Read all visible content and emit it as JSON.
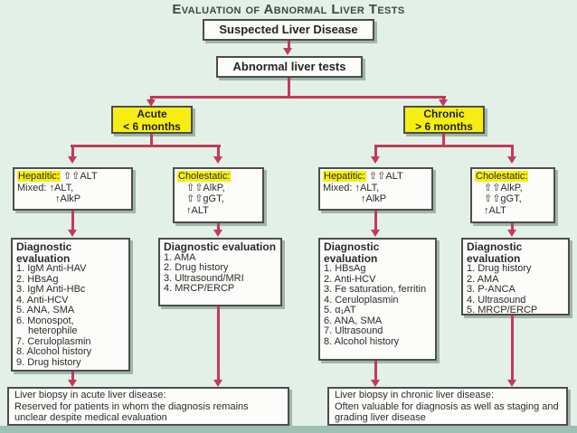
{
  "title": "Evaluation of Abnormal Liver Tests",
  "colors": {
    "background": "#e2f0e7",
    "arrow": "#c23a5a",
    "highlight_yellow": "#f6ee12",
    "box_border": "#4d4d4d",
    "footer_bar": "#9fbfb4"
  },
  "nodes": {
    "suspected": "Suspected Liver Disease",
    "abnormal": "Abnormal liver tests",
    "acute": {
      "line1": "Acute",
      "line2": "< 6 months"
    },
    "chronic": {
      "line1": "Chronic",
      "line2": "> 6 months"
    }
  },
  "categories": {
    "acute_hepatitic": {
      "highlight": "Hepatitic:",
      "after_highlight": " ⇧⇧ALT",
      "line2": "Mixed: ↑ALT,",
      "line3": "↑AlkP"
    },
    "acute_cholestatic": {
      "highlight": "Cholestatic:",
      "line2": "⇧⇧AlkP,",
      "line3": "⇧⇧gGT,",
      "line4": "↑ALT"
    },
    "chronic_hepatitic": {
      "highlight": "Hepatitic:",
      "after_highlight": " ⇧⇧ALT",
      "line2": "Mixed: ↑ALT,",
      "line3": "↑AlkP"
    },
    "chronic_cholestatic": {
      "highlight": "Cholestatic:",
      "line2": "⇧⇧AlkP,",
      "line3": "⇧⇧gGT,",
      "line4": "↑ALT"
    }
  },
  "diagnostics": {
    "acute_hepatitic": {
      "heading": "Diagnostic evaluation",
      "items": [
        "1. IgM Anti-HAV",
        "2. HBsAg",
        "3. IgM Anti-HBc",
        "4. Anti-HCV",
        "5. ANA, SMA",
        "6. Monospot, heterophile",
        "7. Ceruloplasmin",
        "8. Alcohol history",
        "9. Drug history"
      ]
    },
    "acute_cholestatic": {
      "heading": "Diagnostic evaluation",
      "items": [
        "1. AMA",
        "2. Drug history",
        "3. Ultrasound/MRI",
        "4. MRCP/ERCP"
      ]
    },
    "chronic_hepatitic": {
      "heading": "Diagnostic evaluation",
      "items": [
        "1. HBsAg",
        "2. Anti-HCV",
        "3. Fe saturation, ferritin",
        "4. Ceruloplasmin",
        "5. α₁AT",
        "6. ANA, SMA",
        "7. Ultrasound",
        "8. Alcohol history"
      ]
    },
    "chronic_cholestatic": {
      "heading": "Diagnostic evaluation",
      "items": [
        "1. Drug history",
        "2. AMA",
        "3. P-ANCA",
        "4. Ultrasound",
        "5. MRCP/ERCP"
      ]
    }
  },
  "footers": {
    "acute": {
      "line1": "Liver biopsy in acute liver disease:",
      "body": "Reserved for patients in whom the diagnosis remains unclear despite medical evaluation"
    },
    "chronic": {
      "line1": "Liver biopsy in chronic liver disease:",
      "body": "Often valuable for diagnosis as well as staging and grading liver disease"
    }
  }
}
